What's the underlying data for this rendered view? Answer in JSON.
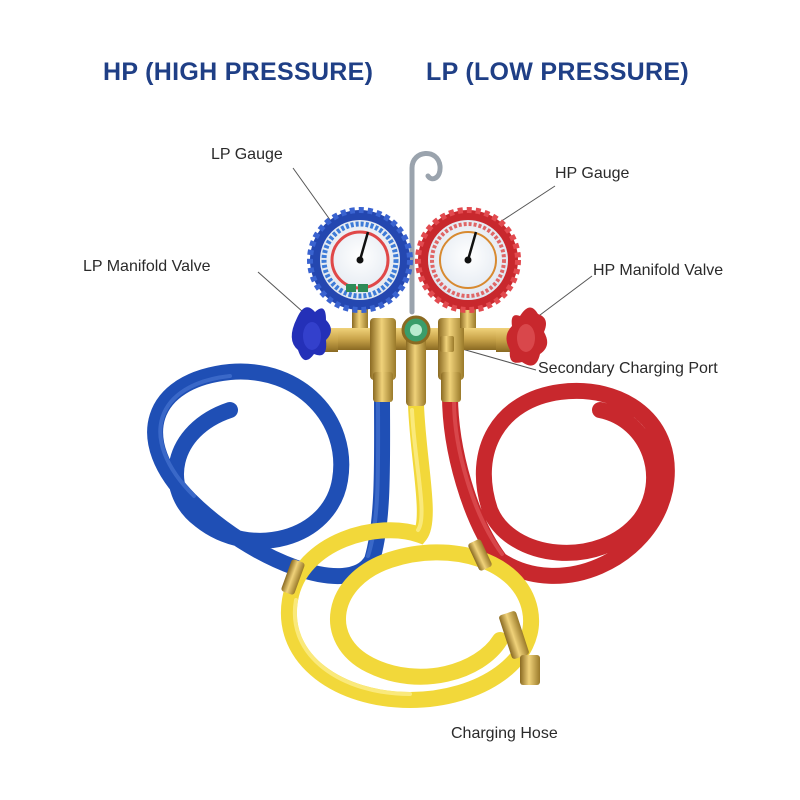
{
  "headings": {
    "hp": "HP (HIGH PRESSURE)",
    "lp": "LP (LOW PRESSURE)"
  },
  "callouts": {
    "lp_gauge": "LP Gauge",
    "hp_gauge": "HP Gauge",
    "lp_manifold_valve": "LP Manifold Valve",
    "hp_manifold_valve": "HP Manifold Valve",
    "secondary_charging_port": "Secondary Charging Port",
    "charging_hose": "Charging Hose"
  },
  "colors": {
    "heading": "#1f3f86",
    "low_side": "#1f4fb5",
    "high_side": "#c8282d",
    "charging": "#f2d83a",
    "brass": "#c9a44a"
  },
  "icons": [
    "manifold-gauge-set-illustration",
    "hanging-hook-icon",
    "pressure-gauge-icon",
    "valve-knob-icon",
    "hose-icon"
  ]
}
